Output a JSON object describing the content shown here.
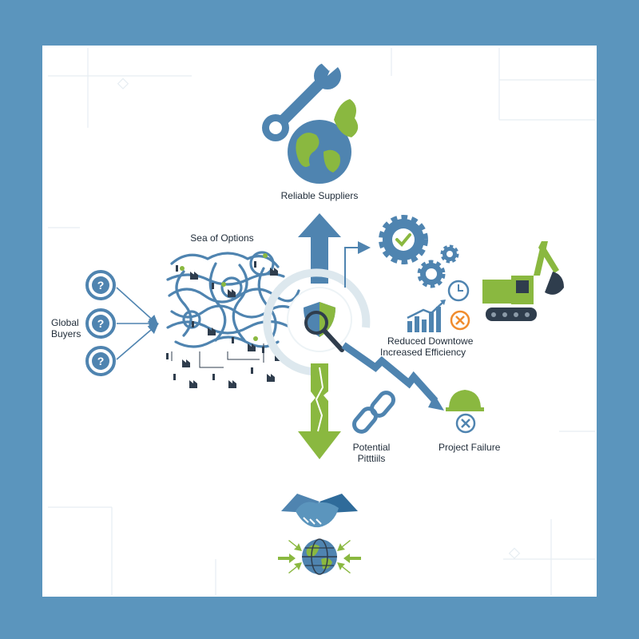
{
  "labels": {
    "reliable_suppliers": "Reliable Suppliers",
    "sea_of_options": "Sea of Options",
    "global_buyers_line1": "Global",
    "global_buyers_line2": "Buyers",
    "reduced_downtime": "Reduced Downtowe",
    "increased_efficiency": "Increased Efficiency",
    "potential_pitfalls_line1": "Potential",
    "potential_pitfalls_line2": "Pitttiils",
    "project_failure": "Project Failure"
  },
  "colors": {
    "frame": "#5b95bd",
    "canvas": "#ffffff",
    "primary_blue": "#4f84b0",
    "accent_green": "#8ab840",
    "dark": "#2f3d4d",
    "alert_orange": "#f08c2e",
    "light_ring": "#dde8ee"
  },
  "icons": {
    "question_marks": [
      "question-icon",
      "question-icon",
      "question-icon"
    ],
    "factories": [
      "factory-icon",
      "factory-icon",
      "factory-icon",
      "factory-icon",
      "factory-icon",
      "factory-icon",
      "factory-icon",
      "factory-icon",
      "factory-icon",
      "factory-icon"
    ]
  }
}
